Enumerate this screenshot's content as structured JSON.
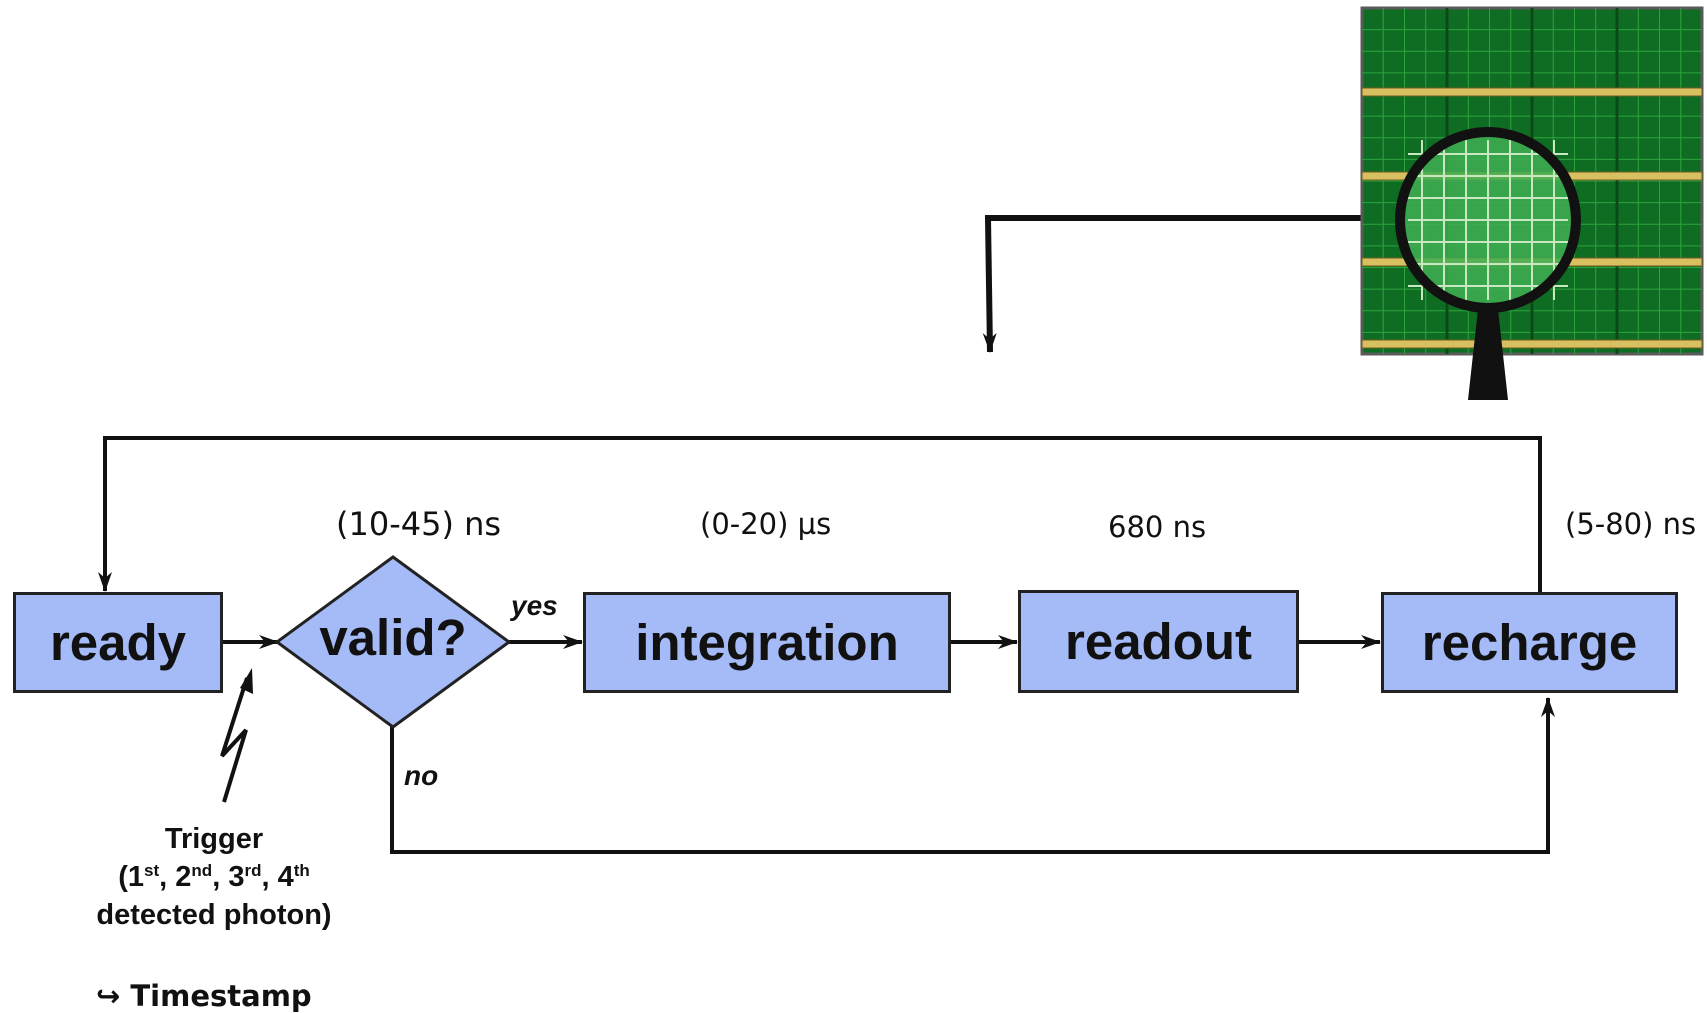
{
  "colors": {
    "box_fill": "#a4bbf7",
    "line": "#111111",
    "chip_dark": "#0f6d23",
    "chip_light": "#2ea33d",
    "chip_bond": "#d8c060"
  },
  "states": {
    "ready": "ready",
    "valid": "valid?",
    "integration": "integration",
    "readout": "readout",
    "recharge": "recharge"
  },
  "timings": {
    "valid": "(10-45) ns",
    "integration": "(0-20) µs",
    "readout": "680 ns",
    "recharge": "(5-80) ns"
  },
  "branches": {
    "yes": "yes",
    "no": "no"
  },
  "trigger": {
    "title": "Trigger",
    "open": "(1",
    "ord1": "st",
    "n2": ", 2",
    "ord2": "nd",
    "n3": ", 3",
    "ord3": "rd",
    "n4": ", 4",
    "ord4": "th",
    "line3": "detected photon)"
  },
  "timestamp": "↪ Timestamp",
  "icons": {
    "chip": "sensor-chip-icon",
    "magnifier": "magnifier-icon",
    "trigger": "lightning-bolt-icon"
  }
}
